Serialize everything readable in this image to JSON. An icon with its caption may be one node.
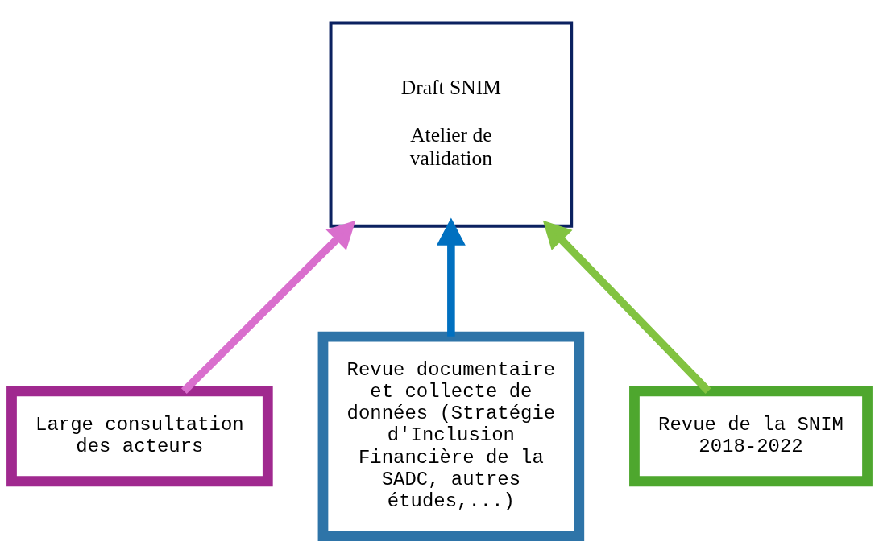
{
  "diagram": {
    "nodes": [
      {
        "text": [
          "Draft SNIM",
          "Atelier de validation"
        ]
      },
      {
        "text": [
          "Large consultation des acteurs"
        ]
      },
      {
        "text": [
          "Revue documentaire et collecte de données (Stratégie d'Inclusion Financière de la SADC, autres études,...)"
        ]
      },
      {
        "text": [
          "Revue de la SNIM 2018-2022"
        ]
      }
    ],
    "edges": [
      {
        "from": 1,
        "to": 0,
        "arrow": "to",
        "color": "#d96fcd"
      },
      {
        "from": 2,
        "to": 0,
        "arrow": "to",
        "color": "#0070c0"
      },
      {
        "from": 3,
        "to": 0,
        "arrow": "to",
        "color": "#82c341"
      }
    ]
  }
}
